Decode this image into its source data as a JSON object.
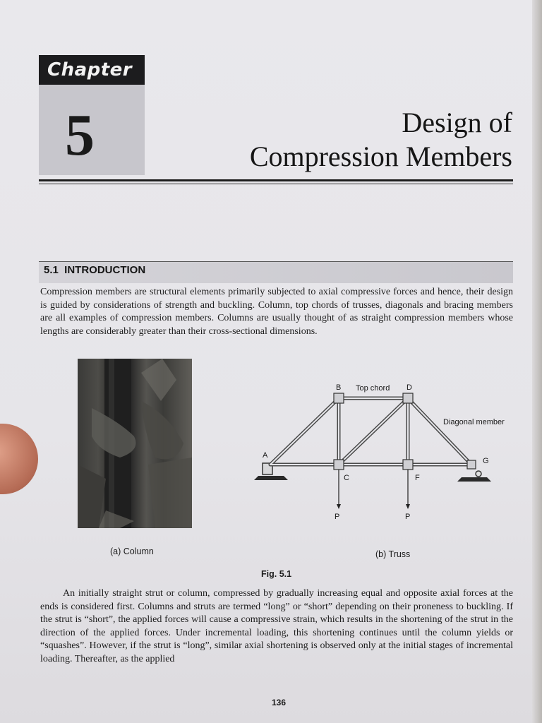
{
  "chapter": {
    "tag": "Chapter",
    "number": "5",
    "title_line1": "Design of",
    "title_line2": "Compression Members"
  },
  "section": {
    "heading": "5.1  INTRODUCTION",
    "paragraph1": "Compression members are structural elements primarily subjected to axial compressive forces and hence, their design is guided by considerations of strength and buckling. Column, top chords of trusses, diagonals and bracing members are all examples of compression members. Columns are usually thought of as straight compression members whose lengths are considerably greater than their cross-sectional dimensions."
  },
  "figure": {
    "caption_a": "(a) Column",
    "caption_b": "(b) Truss",
    "label": "Fig. 5.1",
    "truss_labels": {
      "A": "A",
      "B": "B",
      "C": "C",
      "D": "D",
      "F": "F",
      "G": "G",
      "top_chord": "Top chord",
      "diagonal": "Diagonal member",
      "load_left": "P",
      "load_right": "P"
    }
  },
  "body": {
    "paragraph2": "An initially straight strut or column, compressed by gradually increasing equal and opposite axial forces at the ends is considered first. Columns and struts are termed “long” or “short” depending on their proneness to buckling. If the strut is “short”, the applied forces will cause a compressive strain, which results in the shortening of the strut in the direction of the applied forces. Under incremental loading, this shortening continues until the column yields or “squashes”. However, if the strut is “long”, similar axial shortening is observed only at the initial stages of incremental loading. Thereafter, as the applied"
  },
  "page_number": "136",
  "colors": {
    "paper": "#e7e6ea",
    "chapter_box": "#c7c6cc",
    "chapter_tag": "#1c1c1e",
    "section_bar": "#cfced4",
    "ink": "#1a1a1a"
  }
}
